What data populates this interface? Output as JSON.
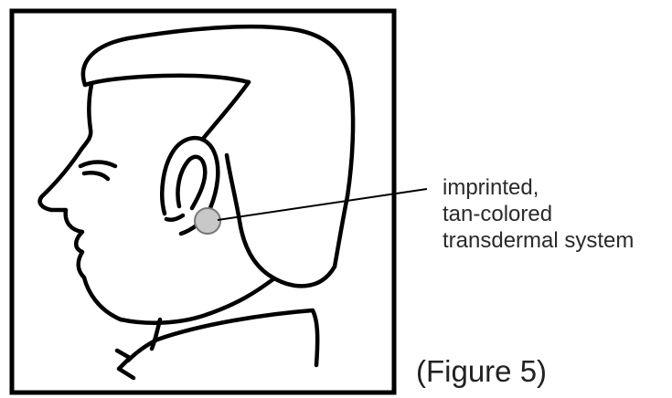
{
  "callout": {
    "lines": [
      "imprinted,",
      "tan-colored",
      "transdermal system"
    ]
  },
  "figure_label": "(Figure 5)",
  "colors": {
    "ink": "#000000",
    "patch_fill": "#c8c8c8",
    "patch_stroke": "#777777",
    "background": "#ffffff"
  },
  "icons": {
    "head": "head-profile-illustration",
    "patch": "transdermal-patch"
  }
}
